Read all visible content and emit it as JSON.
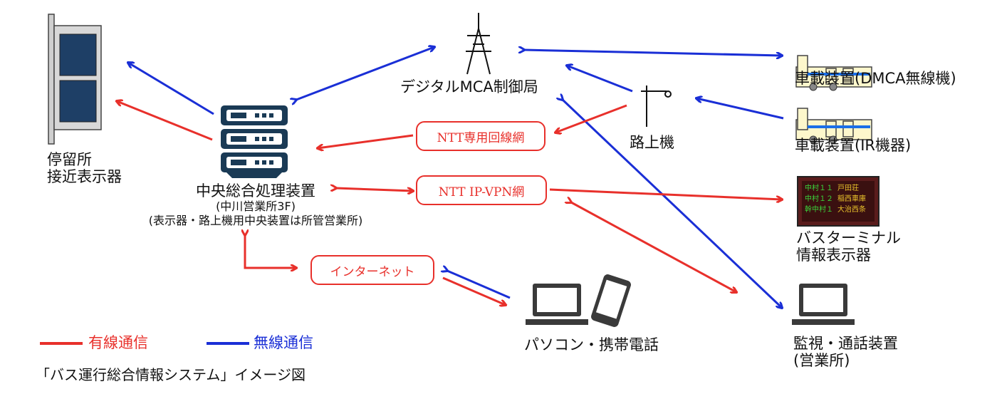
{
  "nodes": {
    "bus_stop_display": {
      "line1": "停留所",
      "line2": "接近表示器"
    },
    "central_unit": {
      "title": "中央総合処理装置",
      "sub1": "(中川営業所3F)",
      "sub2": "(表示器・路上機用中央装置は所管営業所)"
    },
    "mca_station": {
      "label": "デジタルMCA制御局"
    },
    "roadside_unit": {
      "label": "路上機"
    },
    "vehicle_dmca": {
      "label": "車載装置(DMCA無線機)"
    },
    "vehicle_ir": {
      "label": "車載装置(IR機器)"
    },
    "bus_terminal": {
      "line1": "バスターミナル",
      "line2": "情報表示器",
      "screen_rows": [
        {
          "route": "中村１１",
          "dest": "戸田荘"
        },
        {
          "route": "中村１２",
          "dest": "稲西車庫"
        },
        {
          "route": "幹中村１",
          "dest": "大治西条"
        }
      ]
    },
    "pc_mobile": {
      "label": "パソコン・携帯電話"
    },
    "monitor": {
      "line1": "監視・通話装置",
      "line2": "(営業所)"
    }
  },
  "networks": {
    "ntt_dedicated": "NTT専用回線網",
    "ntt_ipvpn": "NTT IP-VPN網",
    "internet": "インターネット"
  },
  "legend": {
    "wired": {
      "label": "有線通信",
      "color": "#e8302b"
    },
    "wireless": {
      "label": "無線通信",
      "color": "#1a2fd6"
    }
  },
  "caption": "「バス運行総合情報システム」イメージ図"
}
